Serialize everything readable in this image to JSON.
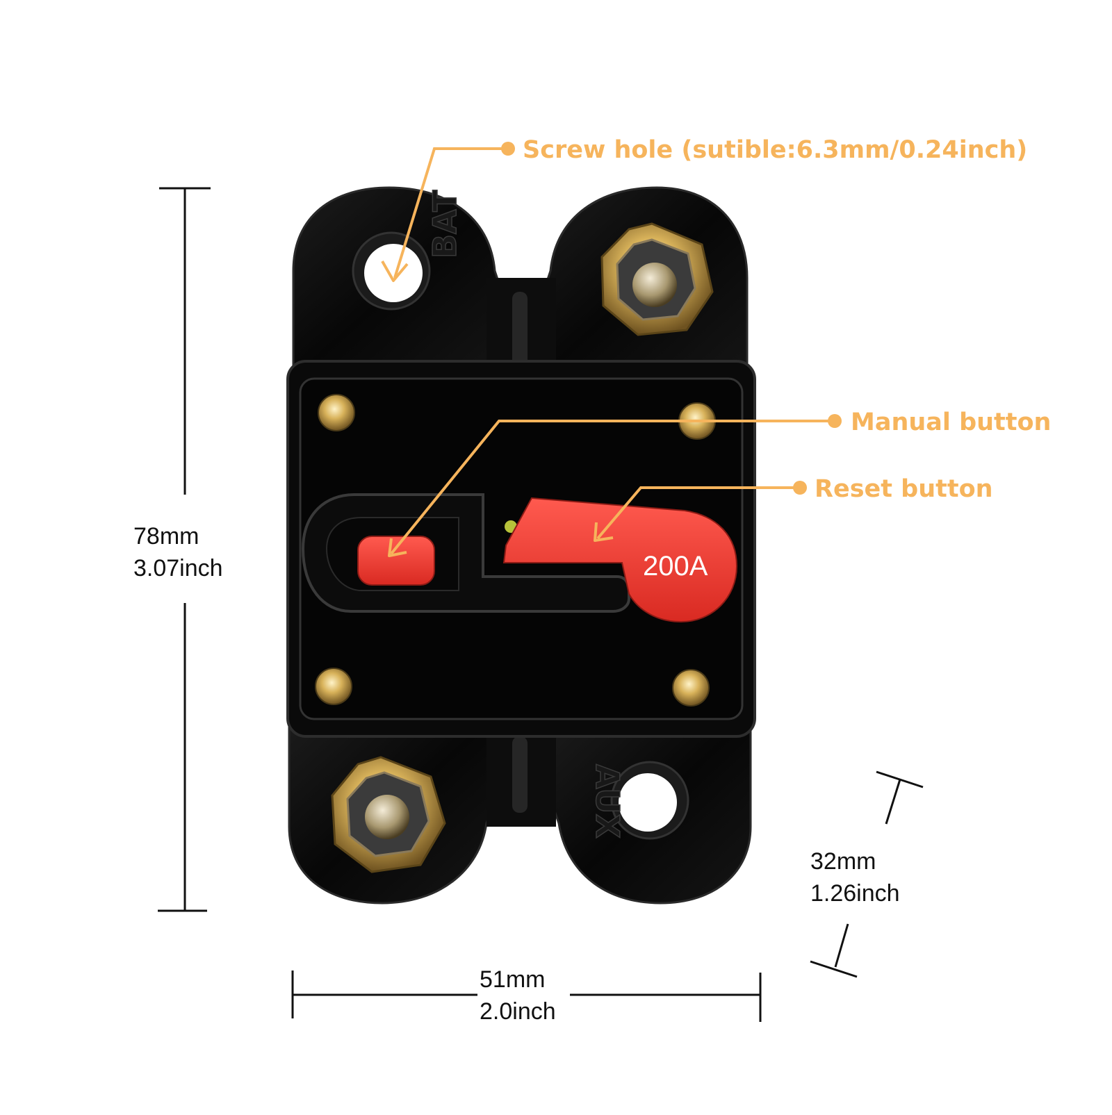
{
  "colors": {
    "callout": "#f6b45c",
    "body": "#0b0b0b",
    "button_red": "#ef3b33",
    "brass": "#d8b25a",
    "dimension_line": "#111111"
  },
  "callouts": {
    "screw_hole": "Screw hole (sutible:6.3mm/0.24inch)",
    "manual_button": "Manual button",
    "reset_button": "Reset button"
  },
  "dimensions": {
    "height_mm": "78mm",
    "height_inch": "3.07inch",
    "width_mm": "51mm",
    "width_inch": "2.0inch",
    "depth_mm": "32mm",
    "depth_inch": "1.26inch"
  },
  "device": {
    "rating_label": "200A",
    "terminal_top_label": "BAT",
    "terminal_bottom_label": "AUX"
  }
}
